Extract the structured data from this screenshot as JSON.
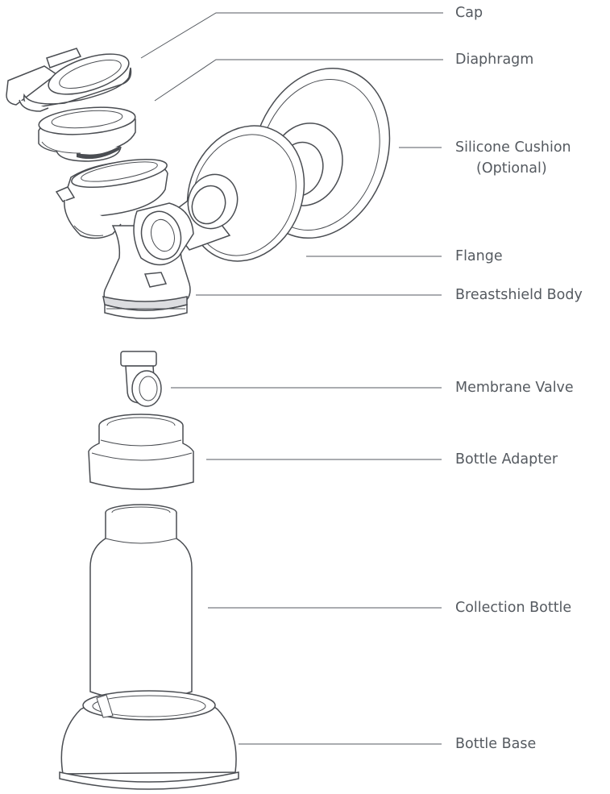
{
  "labels": {
    "cap": "Cap",
    "diaphragm": "Diaphragm",
    "silicone_cushion_line1": "Silicone Cushion",
    "silicone_cushion_line2": "(Optional)",
    "flange": "Flange",
    "breastshield_body": "Breastshield Body",
    "membrane_valve": "Membrane Valve",
    "bottle_adapter": "Bottle Adapter",
    "collection_bottle": "Collection Bottle",
    "bottle_base": "Bottle Base"
  },
  "colors": {
    "line": "#4a4d52",
    "label_text": "#555a60",
    "background": "#ffffff"
  }
}
